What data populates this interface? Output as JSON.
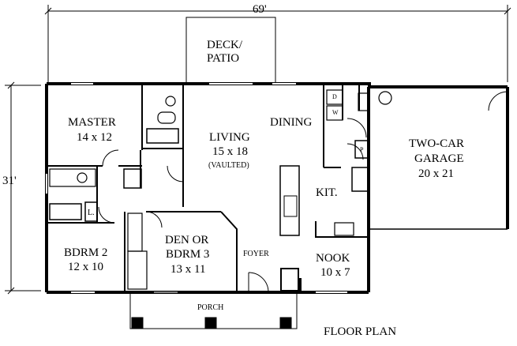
{
  "dimensions": {
    "width": "69'",
    "depth": "31'"
  },
  "title": "FLOOR PLAN",
  "rooms": {
    "deck": {
      "line1": "DECK/",
      "line2": "PATIO"
    },
    "master": {
      "name": "MASTER",
      "size": "14 x 12"
    },
    "living": {
      "name": "LIVING",
      "size": "15 x 18",
      "note": "(VAULTED)"
    },
    "dining": {
      "name": "DINING"
    },
    "garage": {
      "line1": "TWO-CAR",
      "line2": "GARAGE",
      "size": "20 x 21"
    },
    "kitchen": {
      "name": "KIT."
    },
    "bdrm2": {
      "name": "BDRM 2",
      "size": "12 x 10"
    },
    "den": {
      "line1": "DEN OR",
      "line2": "BDRM 3",
      "size": "13 x 11"
    },
    "foyer": {
      "name": "FOYER"
    },
    "nook": {
      "name": "NOOK",
      "size": "10 x 7"
    },
    "porch": {
      "name": "PORCH"
    }
  },
  "fixtures": {
    "dryer": "D",
    "washer": "W",
    "pantry": "P",
    "linen": "L."
  },
  "colors": {
    "ink": "#000000",
    "paper": "#ffffff"
  }
}
